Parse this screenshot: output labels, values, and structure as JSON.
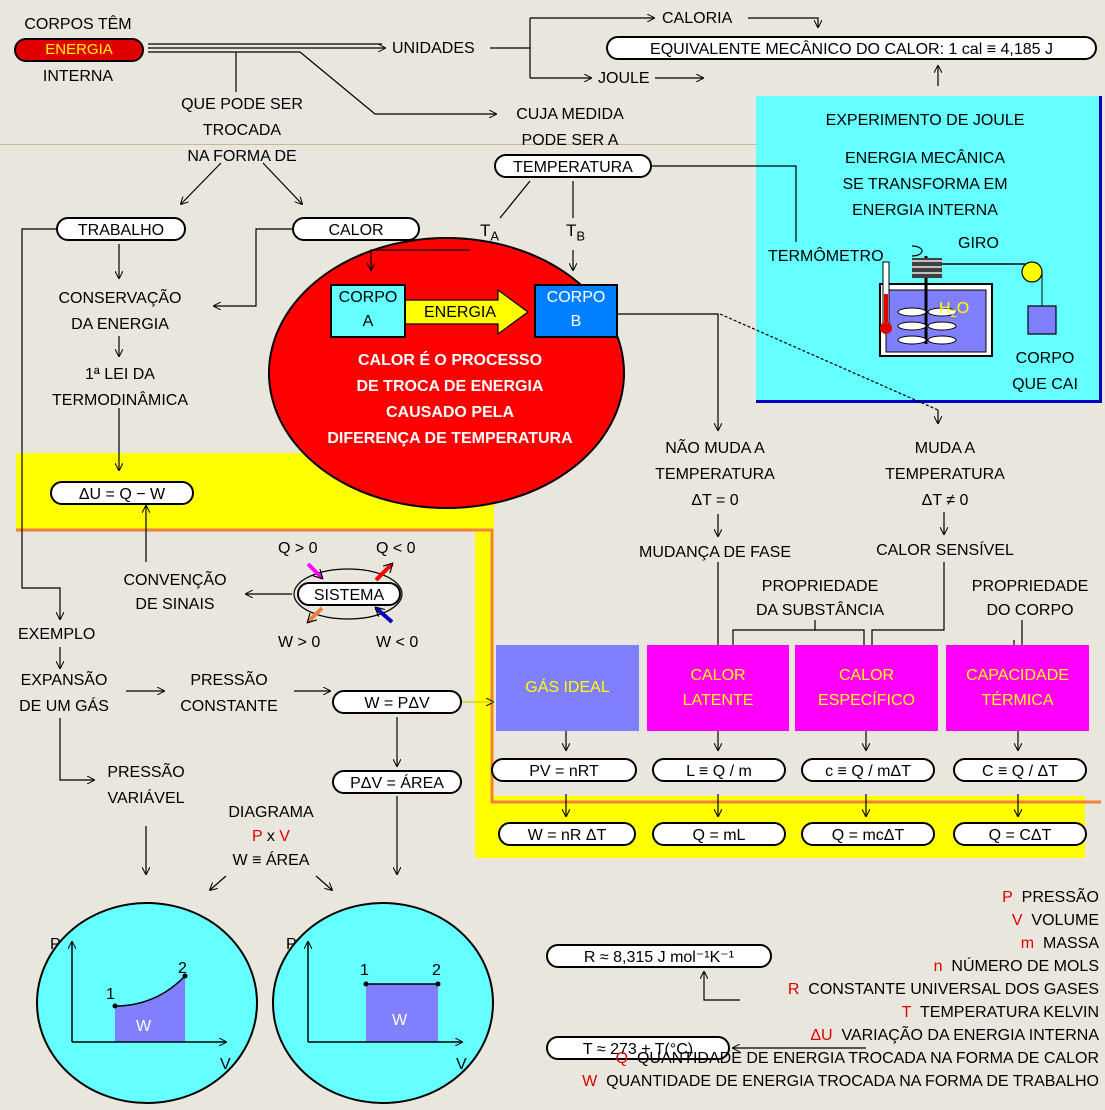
{
  "intro": {
    "line1": "CORPOS TÊM",
    "energia": "ENERGIA",
    "line3": "INTERNA"
  },
  "unidades": "UNIDADES",
  "caloria": "CALORIA",
  "joule": "JOULE",
  "equivalente": "EQUIVALENTE MECÂNICO DO CALOR: 1 cal ≡ 4,185 J",
  "cuja_medida": [
    "CUJA MEDIDA",
    "PODE SER A"
  ],
  "temperatura": "TEMPERATURA",
  "que_pode": [
    "QUE PODE SER",
    "TROCADA",
    "NA FORMA DE"
  ],
  "trabalho": "TRABALHO",
  "calor": "CALOR",
  "ta": {
    "t": "T",
    "sub": "A"
  },
  "tb": {
    "t": "T",
    "sub": "B"
  },
  "corpo_a": [
    "CORPO",
    "A"
  ],
  "corpo_b": [
    "CORPO",
    "B"
  ],
  "energia_arrow": "ENERGIA",
  "calor_def": [
    "CALOR É O PROCESSO",
    "DE TROCA DE ENERGIA",
    "CAUSADO PELA",
    "DIFERENÇA DE TEMPERATURA"
  ],
  "joule_exp": {
    "title": "EXPERIMENTO DE JOULE",
    "desc": [
      "ENERGIA MECÂNICA",
      "SE TRANSFORMA EM",
      "ENERGIA INTERNA"
    ],
    "termometro": "TERMÔMETRO",
    "giro": "GIRO",
    "h2o": "H",
    "h2o_sub": "2",
    "h2o_o": "O",
    "corpo_cai": [
      "CORPO",
      "QUE CAI"
    ]
  },
  "conservacao": [
    "CONSERVAÇÃO",
    "DA ENERGIA"
  ],
  "primeira_lei": [
    "1ª LEI DA",
    "TERMODINÂMICA"
  ],
  "delta_u": "ΔU = Q − W",
  "nao_muda": [
    "NÃO MUDA A",
    "TEMPERATURA",
    "ΔT = 0"
  ],
  "muda": [
    "MUDA A",
    "TEMPERATURA",
    "ΔT ≠ 0"
  ],
  "mudanca_fase": "MUDANÇA DE FASE",
  "calor_sensivel": "CALOR SENSÍVEL",
  "prop_subst": [
    "PROPRIEDADE",
    "DA SUBSTÂNCIA"
  ],
  "prop_corpo": [
    "PROPRIEDADE",
    "DO CORPO"
  ],
  "q_pos": "Q > 0",
  "q_neg": "Q < 0",
  "w_pos": "W > 0",
  "w_neg": "W < 0",
  "sistema": "SISTEMA",
  "convencao": [
    "CONVENÇÃO",
    "DE SINAIS"
  ],
  "exemplo": "EXEMPLO",
  "expansao": [
    "EXPANSÃO",
    "DE UM GÁS"
  ],
  "pressao_const": [
    "PRESSÃO",
    "CONSTANTE"
  ],
  "pressao_var": [
    "PRESSÃO",
    "VARIÁVEL"
  ],
  "w_pdv": "W = PΔV",
  "pdv_area": "PΔV = ÁREA",
  "diagrama": {
    "l1": "DIAGRAMA",
    "p": "P",
    "x": " x ",
    "v": "V",
    "l3": "W ≡ ÁREA"
  },
  "gas_ideal": "GÁS IDEAL",
  "calor_latente": [
    "CALOR",
    "LATENTE"
  ],
  "calor_especifico": [
    "CALOR",
    "ESPECÍFICO"
  ],
  "capacidade": [
    "CAPACIDADE",
    "TÉRMICA"
  ],
  "pv_nrt": "PV = nRT",
  "l_eq": "L ≡ Q / m",
  "c_eq": "c ≡ Q / mΔT",
  "cap_eq": "C ≡ Q / ΔT",
  "w_nrt": "W = nR ΔT",
  "q_ml": "Q = mL",
  "q_mct": "Q = mcΔT",
  "q_cdt": "Q = CΔT",
  "graph1": {
    "p": "P",
    "v": "V",
    "p1": "1",
    "p2": "2",
    "w": "W"
  },
  "graph2": {
    "p": "P",
    "v": "V",
    "p1": "1",
    "p2": "2",
    "w": "W"
  },
  "r_const": "R ≈ 8,315 J mol⁻¹K⁻¹",
  "t_kelvin": "T ≈ 273 + T(°C)",
  "legend": [
    {
      "sym": "P",
      "text": "PRESSÃO"
    },
    {
      "sym": "V",
      "text": "VOLUME"
    },
    {
      "sym": "m",
      "text": "MASSA"
    },
    {
      "sym": "n",
      "text": "NÚMERO DE MOLS"
    },
    {
      "sym": "R",
      "text": "CONSTANTE UNIVERSAL DOS GASES"
    },
    {
      "sym": "T",
      "text": "TEMPERATURA KELVIN"
    },
    {
      "sym": "ΔU",
      "text": "VARIAÇÃO DA ENERGIA INTERNA"
    },
    {
      "sym": "Q",
      "text": "QUANTIDADE DE ENERGIA TROCADA NA FORMA DE CALOR"
    },
    {
      "sym": "W",
      "text": "QUANTIDADE DE ENERGIA TROCADA NA FORMA DE TRABALHO"
    }
  ],
  "colors": {
    "yellow": "#ffff00",
    "orange": "#f08040",
    "cyan": "#66ffff",
    "red": "#ff0000",
    "magenta": "#ff00ff",
    "periwinkle": "#8080ff",
    "blue": "#0000c0"
  }
}
